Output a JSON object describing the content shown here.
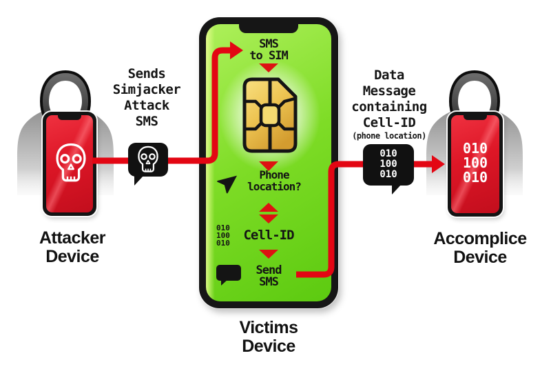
{
  "devices": {
    "attacker": {
      "name_lines": [
        "Attacker",
        "Device"
      ],
      "screen_icon": "skull-icon"
    },
    "victim": {
      "name_lines": [
        "Victims",
        "Device"
      ],
      "flow_steps": {
        "step1_lines": [
          "SMS",
          "to SIM"
        ],
        "sim_icon": "sim-card-icon",
        "step2_lines": [
          "Phone",
          "location?"
        ],
        "step2_icon": "navigation-arrow-icon",
        "step3_label": "Cell-ID",
        "step3_binary_lines": [
          "010",
          "100",
          "010"
        ],
        "step4_lines": [
          "Send",
          "SMS"
        ],
        "step4_icon": "speech-bubble-icon"
      }
    },
    "accomplice": {
      "name_lines": [
        "Accomplice",
        "Device"
      ],
      "screen_binary_lines": [
        "010",
        "100",
        "010"
      ]
    }
  },
  "annotations": {
    "left_flow_lines": [
      "Sends",
      "Simjacker",
      "Attack",
      "SMS"
    ],
    "right_flow_lines": [
      "Data",
      "Message",
      "containing",
      "Cell-ID"
    ],
    "right_flow_subline": "(phone location)"
  },
  "bubbles": {
    "attack_sms_icon": "skull-icon",
    "data_message_lines": [
      "010",
      "100",
      "010"
    ]
  },
  "colors": {
    "arrow_red": "#e30613",
    "screen_green": "#7edc26",
    "screen_red": "#dd1626",
    "sim_gold": "#eec455",
    "bubble_black": "#111111"
  }
}
